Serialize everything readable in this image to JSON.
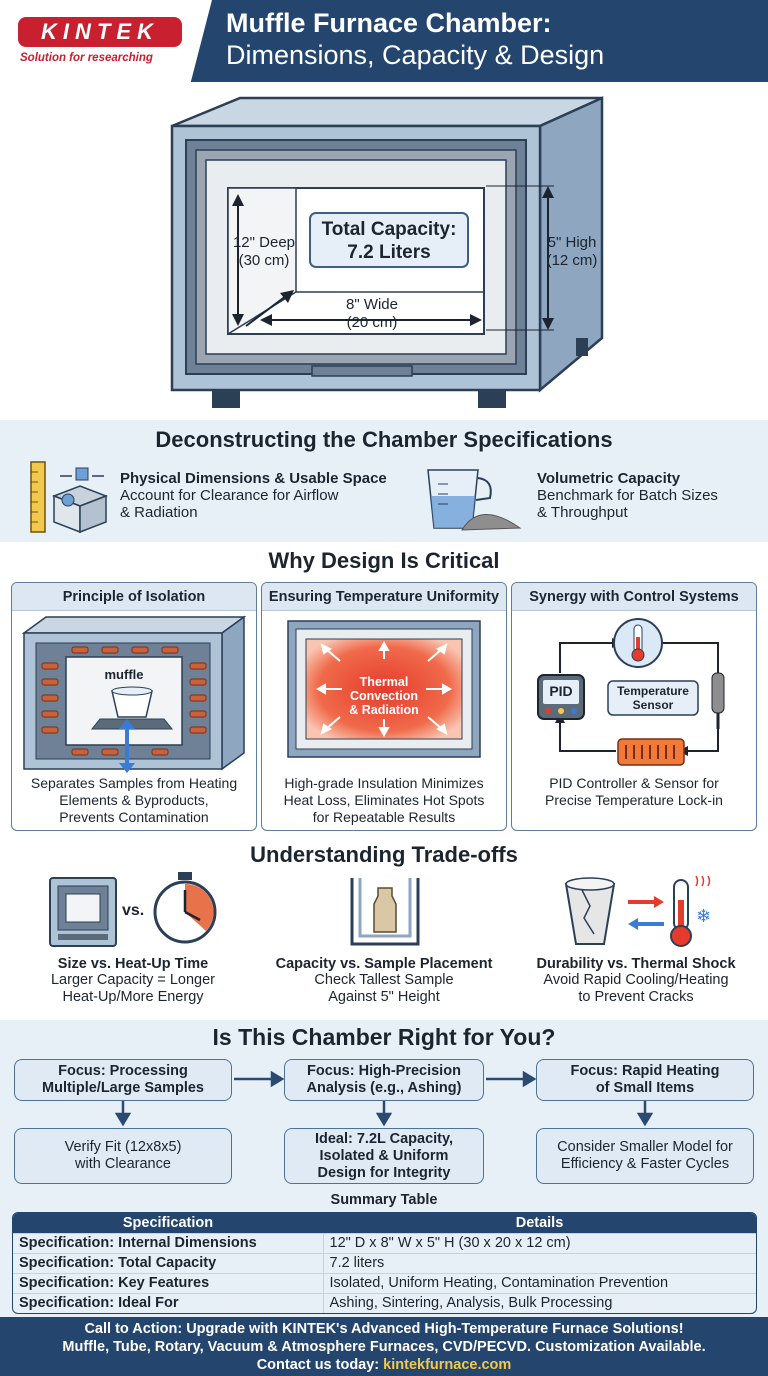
{
  "header": {
    "logo_text": "KINTEK",
    "logo_tagline": "Solution for researching",
    "title_line1": "Muffle Furnace Chamber:",
    "title_line2": "Dimensions, Capacity & Design"
  },
  "hero": {
    "depth_label": "12\" Deep\n(30 cm)",
    "width_label": "8\" Wide\n(20 cm)",
    "height_label": "5\" High\n(12 cm)",
    "capacity_line1": "Total Capacity:",
    "capacity_line2": "7.2 Liters"
  },
  "specs": {
    "title": "Deconstructing the Chamber Specifications",
    "items": [
      {
        "heading": "Physical Dimensions & Usable Space",
        "desc": "Account for Clearance for Airflow\n& Radiation",
        "icon": "box-ruler-icon"
      },
      {
        "heading": "Volumetric Capacity",
        "desc": "Benchmark for Batch Sizes\n& Throughput",
        "icon": "measuring-cup-icon"
      }
    ]
  },
  "design": {
    "title": "Why Design Is Critical",
    "cards": [
      {
        "heading": "Principle of Isolation",
        "inner_label": "muffle",
        "caption": "Separates Samples from Heating\nElements & Byproducts,\nPrevents Contamination"
      },
      {
        "heading": "Ensuring Temperature Uniformity",
        "inner_label": "Thermal\nConvection\n& Radiation",
        "caption": "High-grade Insulation Minimizes\nHeat Loss, Eliminates Hot Spots\nfor Repeatable Results"
      },
      {
        "heading": "Synergy with Control Systems",
        "pid_label": "PID",
        "sensor_label": "Temperature\nSensor",
        "caption": "PID Controller & Sensor for\nPrecise Temperature Lock-in"
      }
    ]
  },
  "tradeoffs": {
    "title": "Understanding Trade-offs",
    "vs_label": "vs.",
    "items": [
      {
        "heading": "Size vs. Heat-Up Time",
        "desc": "Larger Capacity = Longer\nHeat-Up/More Energy"
      },
      {
        "heading": "Capacity vs. Sample Placement",
        "desc": "Check Tallest Sample\nAgainst 5\" Height"
      },
      {
        "heading": "Durability vs. Thermal Shock",
        "desc": "Avoid Rapid Cooling/Heating\nto Prevent Cracks"
      }
    ]
  },
  "decision": {
    "title": "Is This Chamber Right for You?",
    "focus": [
      "Focus: Processing\nMultiple/Large Samples",
      "Focus: High-Precision\nAnalysis (e.g., Ashing)",
      "Focus: Rapid Heating\nof Small Items"
    ],
    "outcomes": [
      "Verify Fit (12x8x5)\nwith Clearance",
      "Ideal: 7.2L Capacity,\nIsolated & Uniform\nDesign for Integrity",
      "Consider Smaller Model for\nEfficiency & Faster Cycles"
    ]
  },
  "summary": {
    "caption": "Summary Table",
    "headers": [
      "Specification",
      "Details"
    ],
    "rows": [
      [
        "Specification: Internal Dimensions",
        "12\" D x 8\" W x 5\" H (30 x 20 x 12 cm)"
      ],
      [
        "Specification: Total Capacity",
        "7.2 liters"
      ],
      [
        "Specification: Key Features",
        "Isolated, Uniform Heating, Contamination Prevention"
      ],
      [
        "Specification: Ideal For",
        "Ashing, Sintering, Analysis, Bulk Processing"
      ]
    ]
  },
  "footer": {
    "line1": "Call to Action: Upgrade with KINTEK's Advanced High-Temperature Furnace Solutions!",
    "line2": "Muffle, Tube, Rotary, Vacuum & Atmosphere Furnaces, CVD/PECVD. Customization Available.",
    "contact_prefix": "Contact us today: ",
    "contact_link": "kintekfurnace.com"
  },
  "colors": {
    "navy": "#24456d",
    "brand_red": "#c8202f",
    "light_band": "#e8f0f7",
    "heat_red": "#e53b2c",
    "link_yellow": "#f2c94c"
  }
}
